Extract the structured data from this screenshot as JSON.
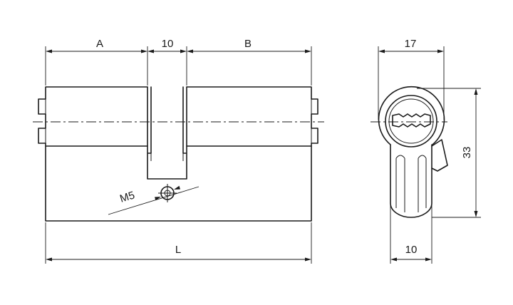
{
  "dimensions": {
    "a": "A",
    "cam_width": "10",
    "b": "B",
    "length": "L",
    "screw": "M5",
    "profile_width": "17",
    "profile_height": "33",
    "bottom_width": "10"
  }
}
